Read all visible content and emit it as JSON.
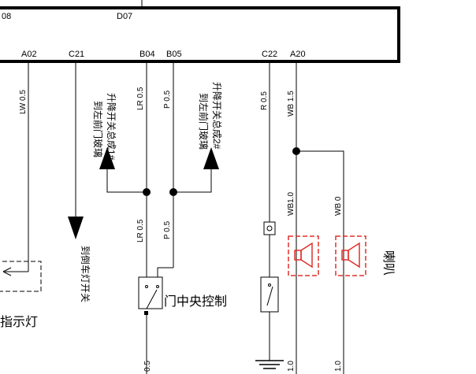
{
  "module": {
    "left_cut_label": "08",
    "top_label": "D07",
    "pins": [
      "A02",
      "C21",
      "B04",
      "B05",
      "C22",
      "A20"
    ]
  },
  "wires": {
    "a02": "LW 0.5",
    "b04_upper": "LR 0.5",
    "b05_upper": "P 0.5",
    "c22": "R 0.5",
    "a20": "WB 1.5",
    "b04_lower": "LR 0.5",
    "b05_lower": "P 0.5",
    "horn1": "WB1.0",
    "horn2": "WB 0",
    "bottom_left": "0.5",
    "bottom_horn1": "1.0",
    "bottom_horn2": "1.0"
  },
  "notes": {
    "glass_switch_1_line1": "到左前门玻璃",
    "glass_switch_1_line2": "升降开关总成1#",
    "glass_switch_2_line1": "到左前门玻璃",
    "glass_switch_2_line2": "升降开关总成2#",
    "backup_light_switch": "到倒车灯开关",
    "central_lock_control": "门中央控制",
    "indicator_light": "指示灯",
    "horn": "喇叭"
  },
  "colors": {
    "line": "#000000",
    "horn_highlight": "#e0302a"
  }
}
